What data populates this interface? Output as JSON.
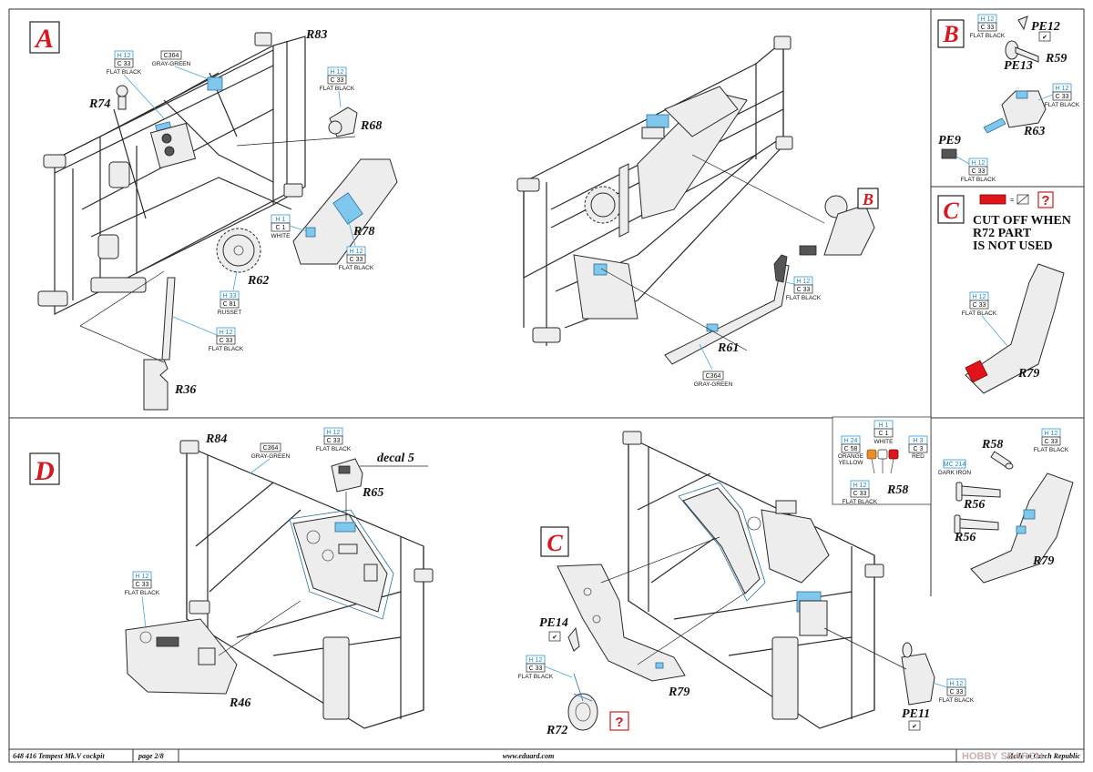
{
  "sections": {
    "a": "A",
    "b": "B",
    "c": "C",
    "d": "D"
  },
  "parts": {
    "r83": "R83",
    "r74": "R74",
    "r68": "R68",
    "r78": "R78",
    "r62": "R62",
    "r36": "R36",
    "r61": "R61",
    "r59": "R59",
    "pe12": "PE12",
    "pe13": "PE13",
    "r63": "R63",
    "pe9": "PE9",
    "r79": "R79",
    "r84": "R84",
    "decal5": "decal 5",
    "r65": "R65",
    "r46": "R46",
    "r58": "R58",
    "r56": "R56",
    "pe14": "PE14",
    "r72": "R72",
    "pe11": "PE11"
  },
  "paints": {
    "h12": "H 12",
    "c33": "C 33",
    "flat_black": "FLAT BLACK",
    "c364": "C364",
    "gray_green": "GRAY-GREEN",
    "h1": "H 1",
    "c1": "C 1",
    "white": "WHITE",
    "h33": "H 33",
    "c81": "C 81",
    "russet": "RUSSET",
    "h24": "H 24",
    "c58": "C 58",
    "orange_yellow_1": "ORANGE",
    "orange_yellow_2": "YELLOW",
    "h3": "H 3",
    "c3": "C 3",
    "red": "RED",
    "mc214": "MC 214",
    "dark_iron": "DARK IRON"
  },
  "note_c": {
    "line1": "CUT OFF WHEN",
    "line2": "R72 PART",
    "line3": "IS NOT USED",
    "eq": "="
  },
  "question": "?",
  "check": "✔",
  "footer": {
    "product": "648 416  Tempest Mk.V cockpit",
    "page": "page 2/8",
    "url": "www.eduard.com",
    "made": "Made in Czech Republic"
  },
  "watermark": "HOBBY SEARCH",
  "colors": {
    "accent_red": "#d41920",
    "paint_blue": "#7fc7ec",
    "leader_blue": "#4ea3d6"
  }
}
